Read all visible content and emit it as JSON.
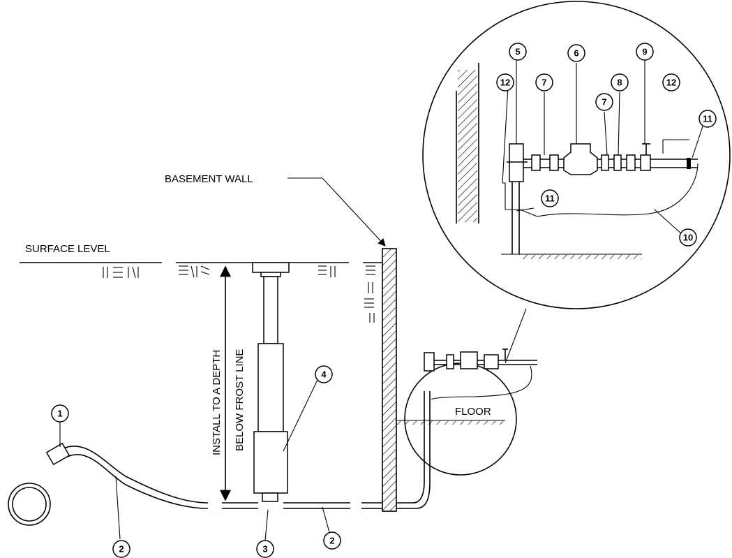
{
  "labels": {
    "basement_wall": "BASEMENT WALL",
    "surface_level": "SURFACE LEVEL",
    "install_depth": "INSTALL TO A DEPTH",
    "below_frost": "BELOW FROST LINE",
    "floor": "FLOOR"
  },
  "callouts": [
    "1",
    "2",
    "2",
    "3",
    "4",
    "5",
    "6",
    "7",
    "7",
    "8",
    "9",
    "10",
    "11",
    "11",
    "12",
    "12"
  ]
}
